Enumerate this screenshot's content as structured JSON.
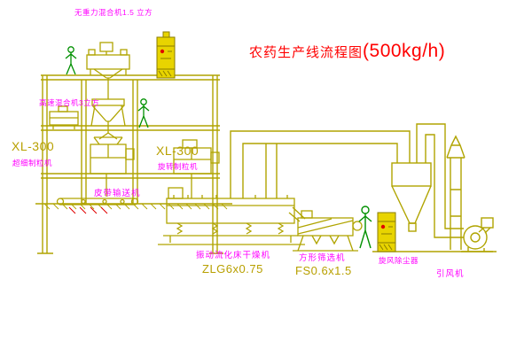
{
  "diagram": {
    "title": "农药生产线流程图",
    "capacity": "(500kg/h)",
    "labels": {
      "gravity_mixer": "无重力混合机1.5 立方",
      "high_speed_mixer": "高速混合机3立方",
      "granulator_left_model": "XL-300",
      "granulator_left_name": "超细制粒机",
      "granulator_mid_model": "XL-300",
      "granulator_mid_name": "旋转制粒机",
      "belt_conveyor": "皮带输送机",
      "dryer_name": "振动流化床干燥机",
      "dryer_model": "ZLG6x0.75",
      "sieve_name": "方形筛选机",
      "sieve_model": "FS0.6x1.5",
      "cyclone": "旋风除尘器",
      "fan": "引风机"
    },
    "colors": {
      "line": "#b0a400",
      "label": "#ff00ff",
      "title": "#ff0000",
      "person": "#009000",
      "panel_fill": "#e8d400",
      "accent_red": "#e00000"
    }
  }
}
